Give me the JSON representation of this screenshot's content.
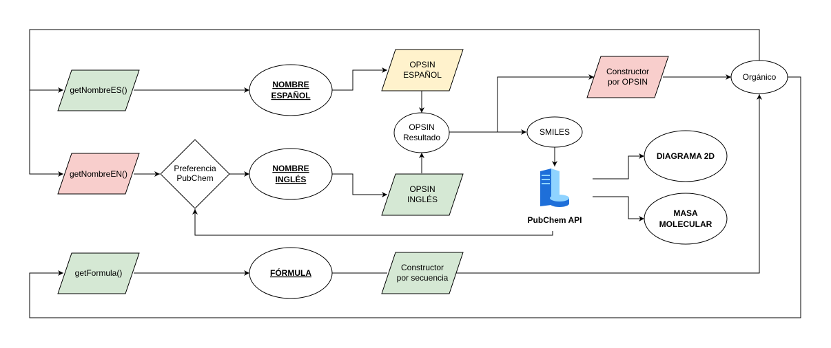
{
  "colors": {
    "green": "#d5e8d4",
    "red": "#f8cecc",
    "yellow": "#fff2cc",
    "white": "#ffffff",
    "stroke": "#000000",
    "server_light": "#8fd3ff",
    "server_dark": "#1e6fd9"
  },
  "nodes": {
    "getNombreES": {
      "label": "getNombreES()"
    },
    "getNombreEN": {
      "label": "getNombreEN()"
    },
    "getFormula": {
      "label": "getFormula()"
    },
    "nombreEspanol": {
      "line1": "NOMBRE",
      "line2": "ESPAÑOL"
    },
    "nombreIngles": {
      "line1": "NOMBRE",
      "line2": "INGLÉS"
    },
    "formula": {
      "label": "FÓRMULA"
    },
    "preferencia": {
      "line1": "Preferencia",
      "line2": "PubChem"
    },
    "opsinEspanol": {
      "line1": "OPSIN",
      "line2": "ESPAÑOL"
    },
    "opsinIngles": {
      "line1": "OPSIN",
      "line2": "INGLÉS"
    },
    "opsinResultado": {
      "line1": "OPSIN",
      "line2": "Resultado"
    },
    "smiles": {
      "label": "SMILES"
    },
    "pubchemApi": {
      "label": "PubChem API",
      "icon": "server-database-icon"
    },
    "constructorOpsin": {
      "line1": "Constructor",
      "line2": "por OPSIN"
    },
    "constructorSecuencia": {
      "line1": "Constructor",
      "line2": "por secuencia"
    },
    "organico": {
      "label": "Orgánico"
    },
    "diagrama2d": {
      "label": "DIAGRAMA 2D"
    },
    "masaMolecular": {
      "line1": "MASA",
      "line2": "MOLECULAR"
    }
  }
}
